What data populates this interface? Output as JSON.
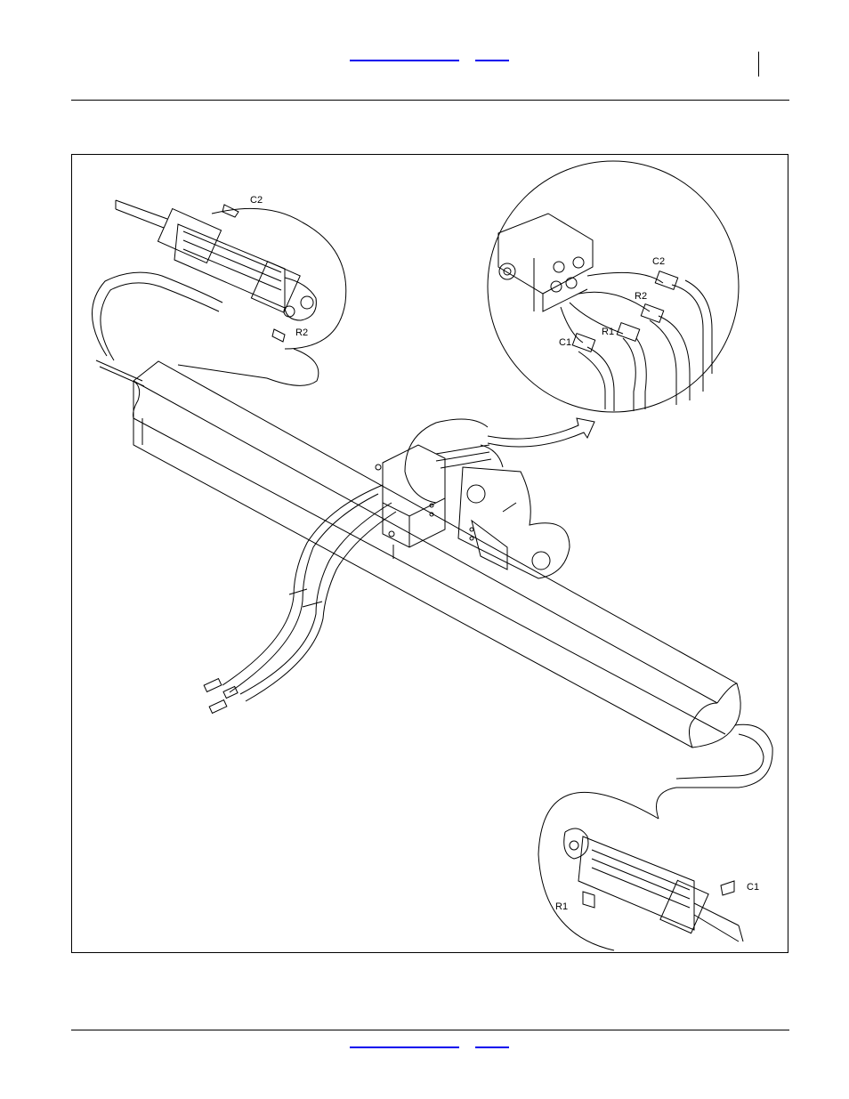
{
  "header": {
    "link_left": "",
    "link_right": ""
  },
  "footer": {
    "link_left": "",
    "link_right": ""
  },
  "figure": {
    "labels": {
      "c2_top": "C2",
      "r2_top": "R2",
      "c2_detail": "C2",
      "r2_detail": "R2",
      "r1_detail": "R1",
      "c1_detail": "C1",
      "r1_bottom": "R1",
      "c1_bottom": "C1"
    }
  }
}
